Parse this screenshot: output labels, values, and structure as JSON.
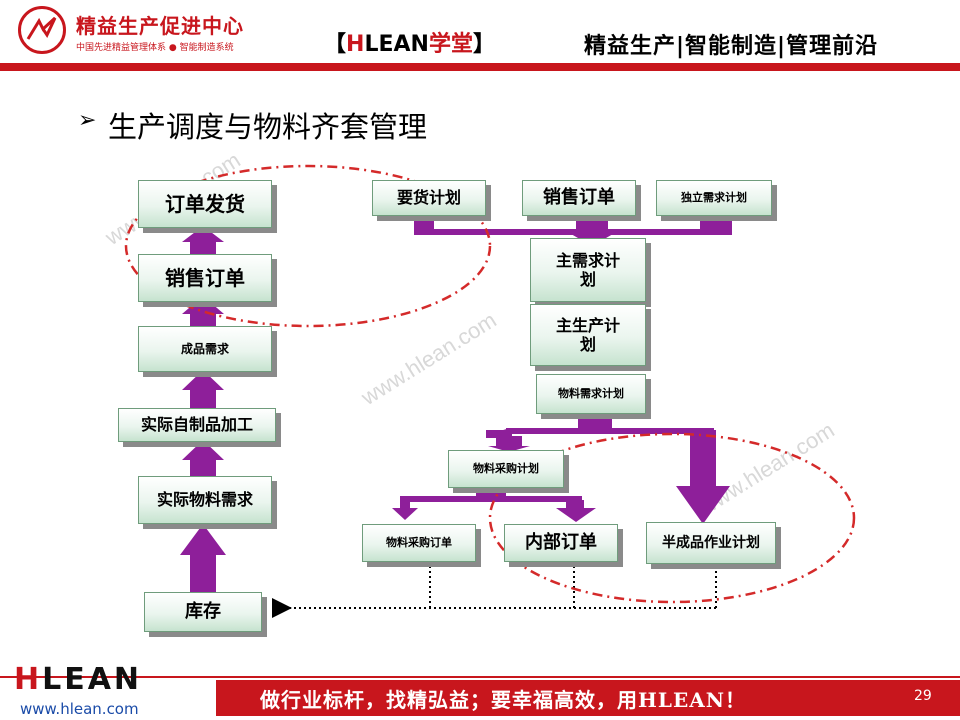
{
  "header": {
    "logo_name": "精益生产促进中心",
    "logo_sub": "中国先进精益管理体系 ● 智能制造系统",
    "brand_open": "【",
    "brand_h": "H",
    "brand_lean": "LEAN",
    "brand_xt": "学堂",
    "brand_close": "】",
    "tagline": "精益生产|智能制造|管理前沿"
  },
  "slide": {
    "bullet": "➢",
    "title": "生产调度与物料齐套管理"
  },
  "boxes": {
    "order_delivery": "订单发货",
    "sales_order_left": "销售订单",
    "finished_demand": "成品需求",
    "actual_processing": "实际自制品加工",
    "actual_material": "实际物料需求",
    "inventory": "库存",
    "demand_plan": "要货计划",
    "sales_order_top": "销售订单",
    "independent_demand": "独立需求计划",
    "mds": "主需求计划",
    "mps": "主生产计划",
    "mrp": "物料需求计划",
    "purchase_plan": "物料采购计划",
    "purchase_order": "物料采购订单",
    "internal_order": "内部订单",
    "semi_plan": "半成品作业计划"
  },
  "watermark": "www.hlean.com",
  "footer": {
    "logo_h": "H",
    "logo_rest": "LEAN",
    "url": "www.hlean.com",
    "slogan": "做行业标杆，找精弘益；要幸福高效，用HLEAN！",
    "page": "29"
  },
  "colors": {
    "brand_red": "#c8161d",
    "arrow_purple": "#8e1f9a",
    "ellipse_red": "#d42a2a",
    "box_green": "#c6e3cf"
  }
}
